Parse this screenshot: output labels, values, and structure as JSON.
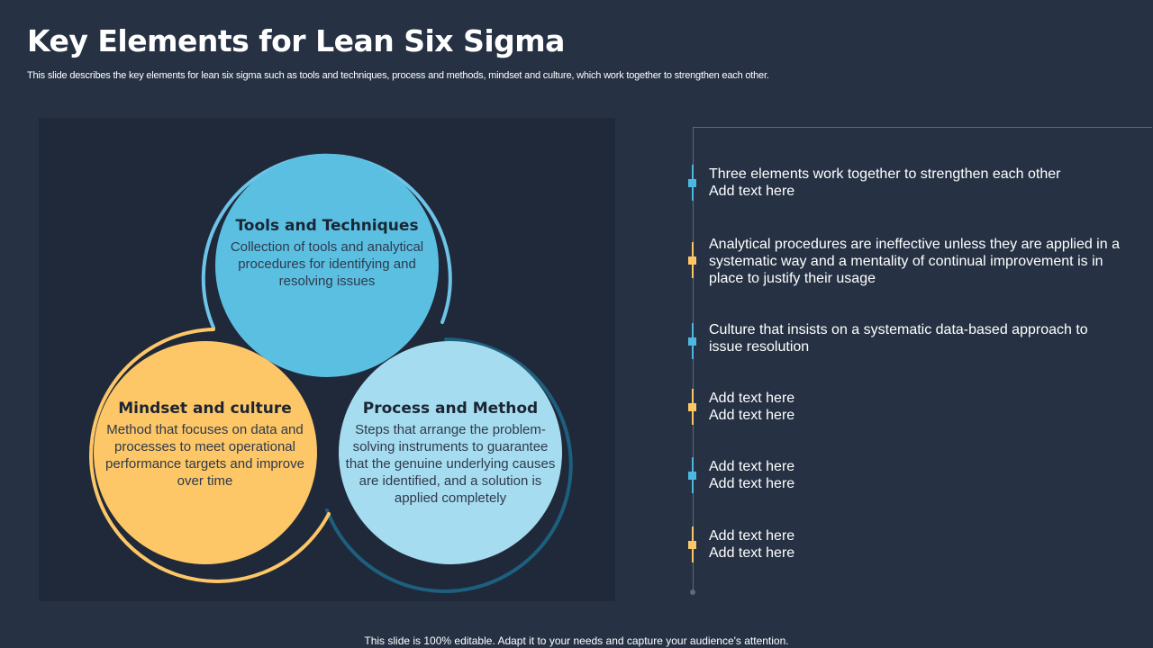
{
  "header": {
    "title": "Key Elements for Lean Six Sigma",
    "subtitle": "This slide describes the key elements for lean six sigma such as tools and techniques, process and methods, mindset and culture, which work together to strengthen each other."
  },
  "diagram": {
    "circles": [
      {
        "title": "Tools and Techniques",
        "body": "Collection of tools and analytical procedures for identifying and resolving issues",
        "color": "#5bbfe2",
        "ring_color": "#6ec4e8"
      },
      {
        "title": "Mindset and culture",
        "body": "Method that focuses on data and processes to meet operational performance targets and improve over time",
        "color": "#fdc667",
        "ring_color": "#fdc667"
      },
      {
        "title": "Process and Method",
        "body": "Steps that arrange the problem-solving instruments to guarantee that the genuine underlying causes are identified, and a solution is applied completely",
        "color": "#a6dcef",
        "ring_color": "#1d5f7e"
      }
    ]
  },
  "timeline": {
    "items": [
      {
        "text": "Three elements work together to strengthen each other Add text here",
        "color": "#4eb7e0"
      },
      {
        "text": "Analytical procedures are ineffective unless they are applied in a systematic way and a mentality of continual improvement is in place to justify their usage",
        "color": "#fdc667"
      },
      {
        "text": "Culture that insists on a systematic data-based approach to issue resolution",
        "color": "#4eb7e0"
      },
      {
        "text": "Add text here Add text here",
        "color": "#fdc667"
      },
      {
        "text": "Add text here Add text here",
        "color": "#4eb7e0"
      },
      {
        "text": "Add text here Add text here",
        "color": "#fdc667"
      }
    ]
  },
  "footer": {
    "text": "This slide is 100% editable. Adapt it to your needs and capture your audience's attention."
  }
}
